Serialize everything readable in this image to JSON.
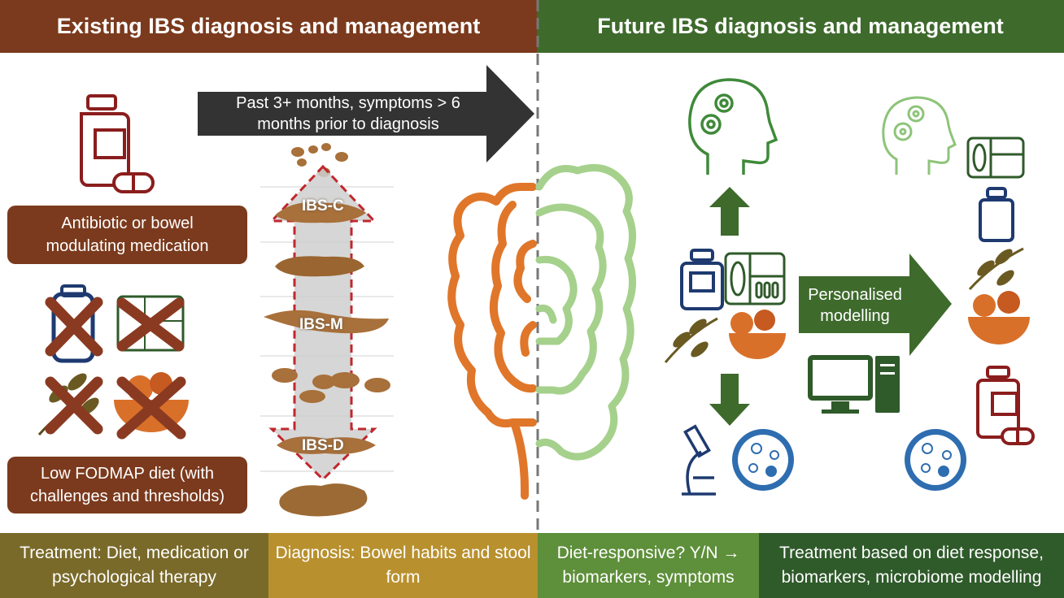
{
  "header": {
    "left_title": "Existing IBS diagnosis and management",
    "right_title": "Future IBS diagnosis and management"
  },
  "existing": {
    "medication_label": "Antibiotic or bowel modulating medication",
    "diet_label": "Low FODMAP diet (with challenges and thresholds)",
    "timeline_label": "Past 3+ months, symptoms > 6 months prior to diagnosis",
    "stool_types": [
      "IBS-C",
      "IBS-M",
      "IBS-D"
    ]
  },
  "future": {
    "modelling_label": "Personalised modelling"
  },
  "footer": {
    "treatment": "Treatment: Diet, medication or psychological therapy",
    "diagnosis": "Diagnosis: Bowel habits and stool form",
    "diet_responsive": "Diet-responsive? Y/N → biomarkers, symptoms",
    "future_treatment": "Treatment based on diet response, biomarkers, microbiome modelling"
  },
  "colors": {
    "brown": "#7b3a1d",
    "green": "#3e6a2c",
    "olive": "#7a6a2a",
    "mustard": "#b8902e",
    "leaf_green": "#5e8f3a",
    "dark_green": "#2f5a2a",
    "orange": "#e0762a",
    "light_green": "#a5d18c",
    "navy": "#1e3a70",
    "maroon": "#8b1d1d",
    "cross": "#8b3a22",
    "dark_arrow": "#333333"
  }
}
